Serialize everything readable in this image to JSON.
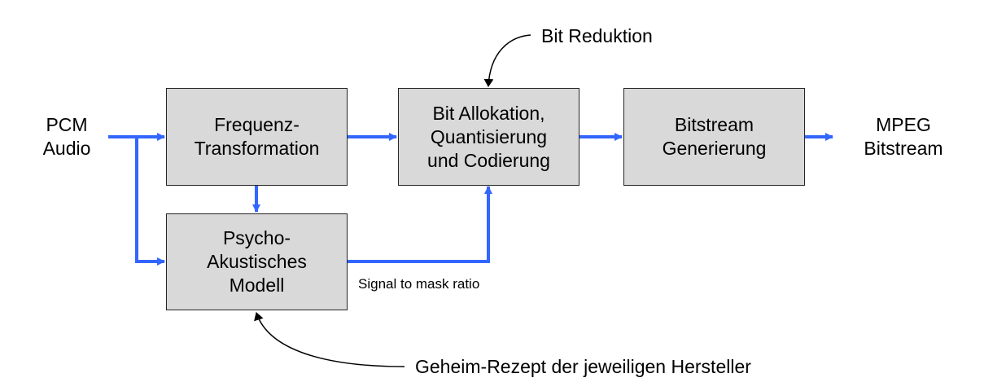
{
  "diagram": {
    "input_label": [
      "PCM",
      "Audio"
    ],
    "output_label": [
      "MPEG",
      "Bitstream"
    ],
    "blocks": [
      {
        "id": "freq",
        "lines": [
          "Frequenz-",
          "Transformation"
        ]
      },
      {
        "id": "psycho",
        "lines": [
          "Psycho-",
          "Akustisches",
          "Modell"
        ]
      },
      {
        "id": "bitalloc",
        "lines": [
          "Bit Allokation,",
          "Quantisierung",
          "und Codierung"
        ]
      },
      {
        "id": "bitstream",
        "lines": [
          "Bitstream",
          "Generierung"
        ]
      }
    ],
    "annotations": {
      "bit_reduction": "Bit Reduktion",
      "smr": "Signal to mask ratio",
      "secret_recipe": "Geheim-Rezept der jeweiligen Hersteller"
    },
    "connections": [
      {
        "from": "input",
        "to": "freq"
      },
      {
        "from": "input",
        "to": "psycho"
      },
      {
        "from": "freq",
        "to": "psycho"
      },
      {
        "from": "freq",
        "to": "bitalloc"
      },
      {
        "from": "psycho",
        "to": "bitalloc",
        "label": "Signal to mask ratio"
      },
      {
        "from": "bitalloc",
        "to": "bitstream"
      },
      {
        "from": "bitstream",
        "to": "output"
      }
    ],
    "colors": {
      "flow_arrow": "#3366ff",
      "annotation_arrow": "#000000",
      "block_fill": "#d9d9d9",
      "block_border": "#262626"
    }
  }
}
